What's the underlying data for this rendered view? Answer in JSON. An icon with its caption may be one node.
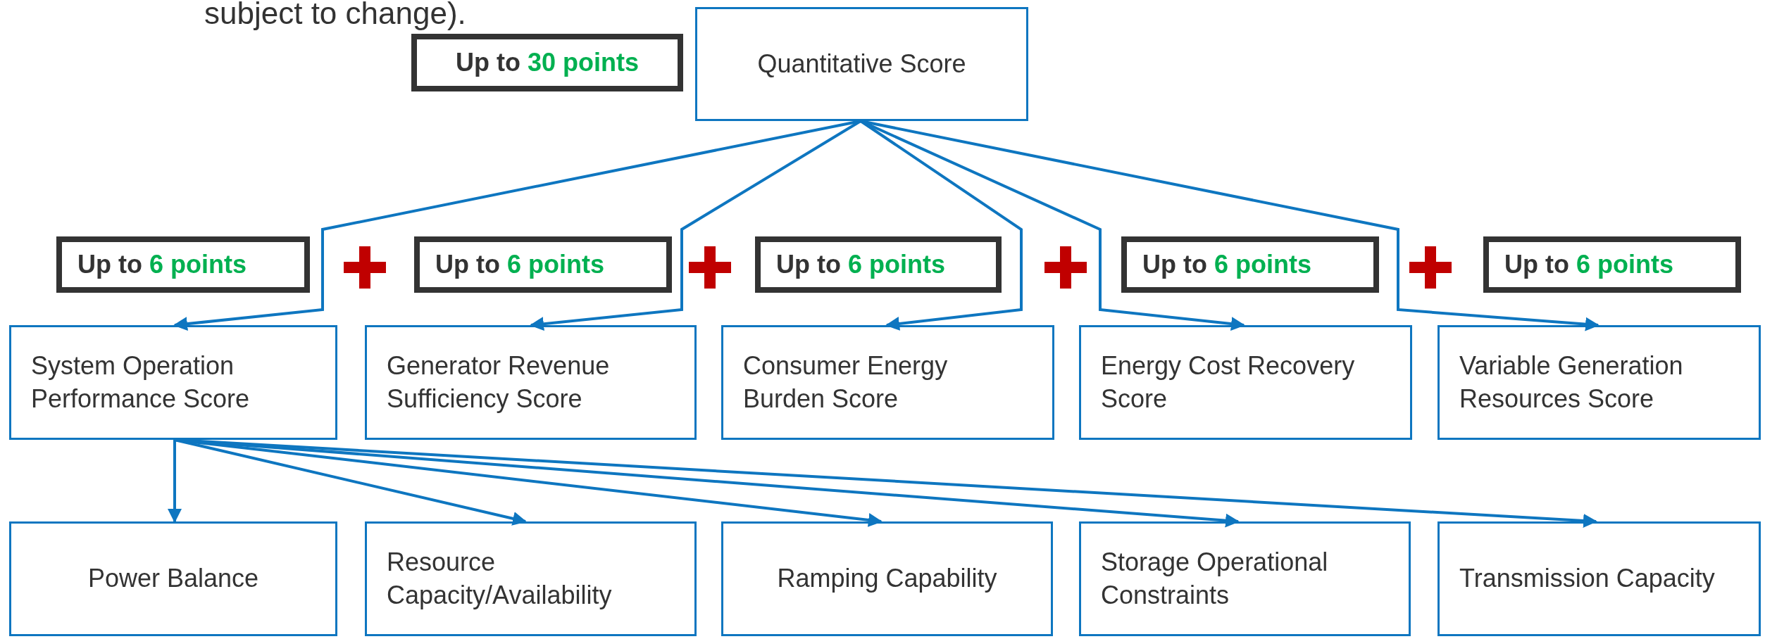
{
  "diagram": {
    "nodes": [
      {
        "text": [
          "Up to **30 points**"
        ]
      },
      {
        "text": [
          "Quantitative Score"
        ]
      },
      {
        "text": [
          "Up to **6 points**"
        ]
      },
      {
        "text": [
          "Up to **6 points**"
        ]
      },
      {
        "text": [
          "Up to **6 points**"
        ]
      },
      {
        "text": [
          "Up to **6 points**"
        ]
      },
      {
        "text": [
          "Up to **6 points**"
        ]
      },
      {
        "text": [
          "System Operation Performance Score"
        ]
      },
      {
        "text": [
          "Generator Revenue Sufficiency Score"
        ]
      },
      {
        "text": [
          "Consumer Energy Burden Score"
        ]
      },
      {
        "text": [
          "Energy Cost Recovery Score"
        ]
      },
      {
        "text": [
          "Variable Generation Resources Score"
        ]
      },
      {
        "text": [
          "Power Balance"
        ]
      },
      {
        "text": [
          "Resource Capacity/Availability"
        ]
      },
      {
        "text": [
          "Ramping Capability"
        ]
      },
      {
        "text": [
          "Storage Operational Constraints"
        ]
      },
      {
        "text": [
          "Transmission Capacity"
        ]
      }
    ],
    "edges": [
      {
        "from": 1,
        "to": 7,
        "arrow": "to"
      },
      {
        "from": 1,
        "to": 8,
        "arrow": "to"
      },
      {
        "from": 1,
        "to": 9,
        "arrow": "to"
      },
      {
        "from": 1,
        "to": 10,
        "arrow": "to"
      },
      {
        "from": 1,
        "to": 11,
        "arrow": "to"
      },
      {
        "from": 7,
        "to": 12,
        "arrow": "to"
      },
      {
        "from": 7,
        "to": 13,
        "arrow": "to"
      },
      {
        "from": 7,
        "to": 14,
        "arrow": "to"
      },
      {
        "from": 7,
        "to": 15,
        "arrow": "to"
      },
      {
        "from": 7,
        "to": 16,
        "arrow": "to"
      }
    ],
    "labels": [
      "subject to change)."
    ]
  }
}
